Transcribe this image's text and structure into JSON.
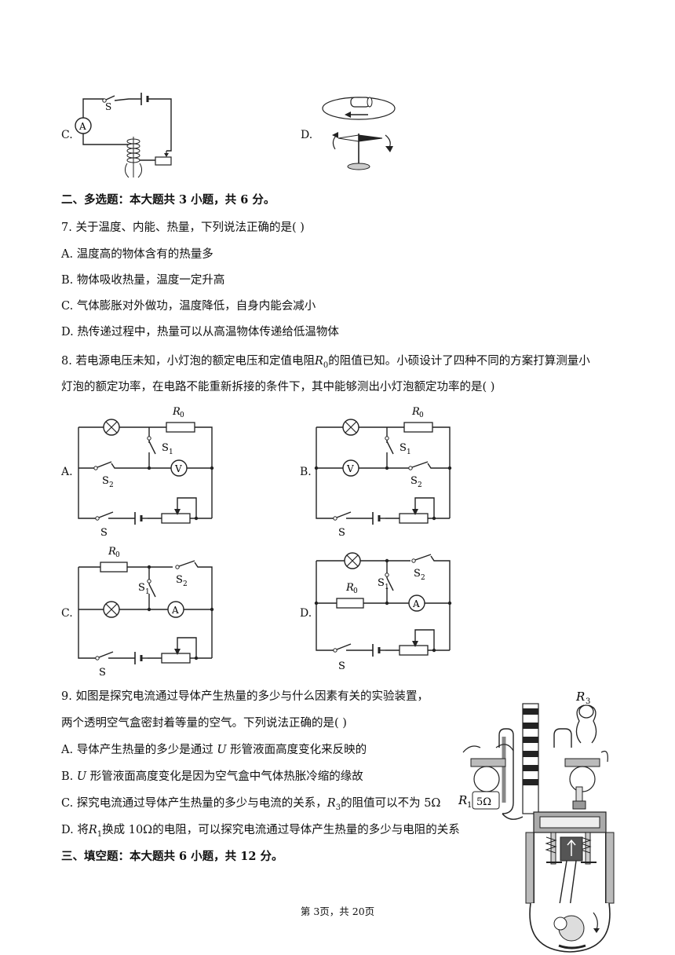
{
  "prev": {
    "c_label": "C.",
    "d_label": "D.",
    "c_switch": "S",
    "c_meter": "A"
  },
  "section2": {
    "title": "二、多选题：本大题共 3 小题，共 6 分。"
  },
  "q7": {
    "stem": "7. 关于温度、内能、热量，下列说法正确的是(    )",
    "options": [
      "A. 温度高的物体含有的热量多",
      "B. 物体吸收热量，温度一定升高",
      "C. 气体膨胀对外做功，温度降低，自身内能会减小",
      "D. 热传递过程中，热量可以从高温物体传递给低温物体"
    ]
  },
  "q8": {
    "stem_a": "8. 若电源电压未知，小灯泡的额定电压和定值电阻",
    "stem_r": "R",
    "stem_sub": "0",
    "stem_b": "的阻值已知。小硕设计了四种不同的方案打算测量小",
    "stem_line2": "灯泡的额定功率，在电路不能重新拆接的条件下，其中能够测出小灯泡额定功率的是(    )",
    "labels": [
      "A.",
      "B.",
      "C.",
      "D."
    ],
    "r0_main": "R",
    "r0_sub": "0",
    "s": "S",
    "s1_sub": "1",
    "s2_sub": "2",
    "v": "V",
    "a": "A"
  },
  "q9": {
    "stem1": "9. 如图是探究电流通过导体产生热量的多少与什么因素有关的实验装置，",
    "stem2": "两个透明空气盒密封着等量的空气。下列说法正确的是(    )",
    "optA_a": "A. 导体产生热量的多少是通过",
    "optA_u": "U",
    "optA_b": "形管液面高度变化来反映的",
    "optB_a": "B.",
    "optB_u": "U",
    "optB_b": "形管液面高度变化是因为空气盒中气体热胀冷缩的缘故",
    "optC_a": "C. 探究电流通过导体产生热量的多少与电流的关系，",
    "optC_r": "R",
    "optC_sub": "3",
    "optC_b": "的阻值可以不为 5Ω",
    "optD_a": "D. 将",
    "optD_r": "R",
    "optD_sub": "1",
    "optD_b": "换成 10Ω的电阻，可以探究电流通过导体产生热量的多少与电阻的关系",
    "fig_r3": "R",
    "fig_r3_sub": "3",
    "fig_r1": "R",
    "fig_r1_sub": "1",
    "fig_5ohm": "5Ω"
  },
  "section3": {
    "title": "三、填空题：本大题共 6 小题，共 12 分。"
  },
  "footer": "第 3页，共 20页"
}
